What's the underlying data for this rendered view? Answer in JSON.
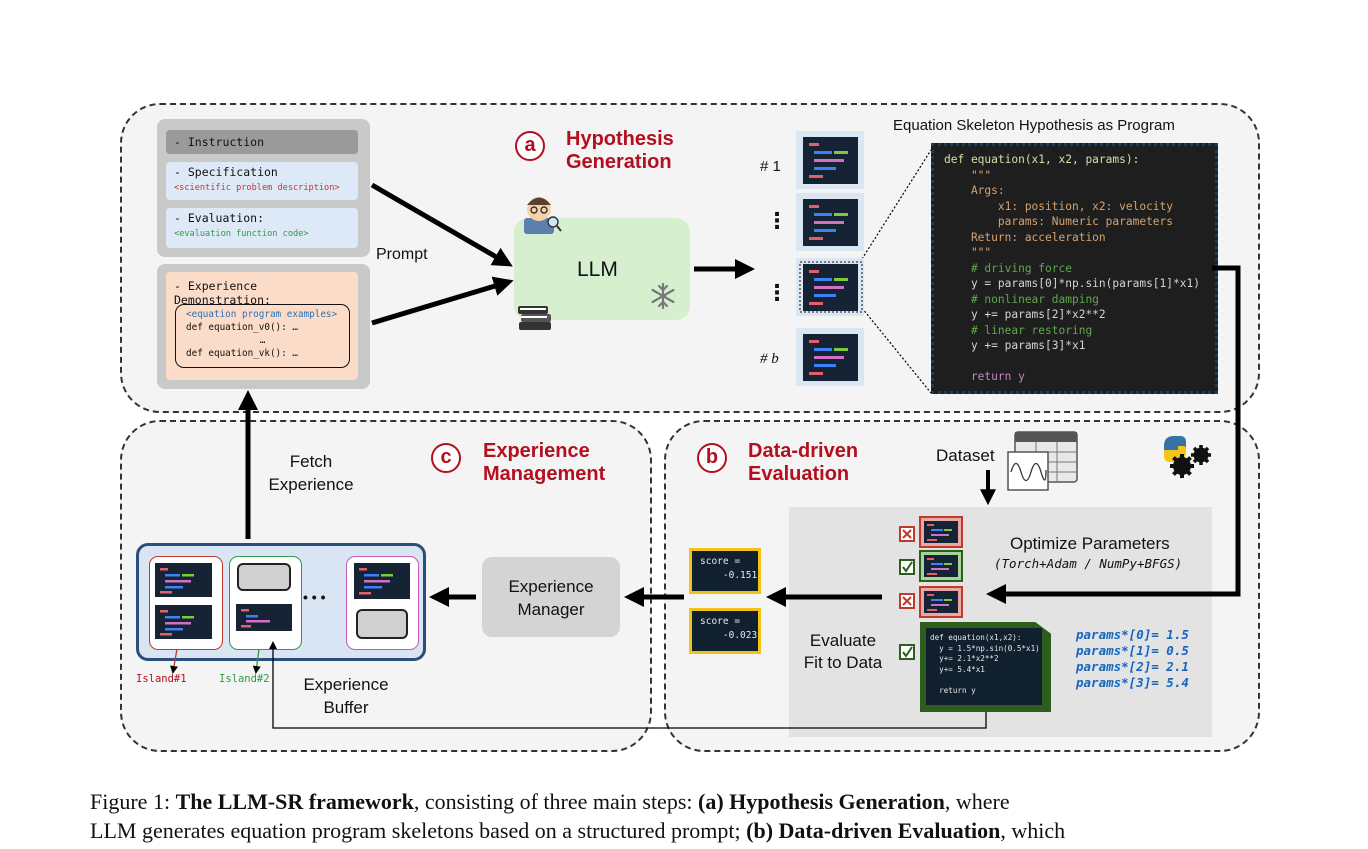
{
  "prompt": {
    "instruction": "- Instruction",
    "specification": "- Specification",
    "specification_placeholder": "<scientific problem description>",
    "evaluation": "- Evaluation:",
    "evaluation_placeholder": "<evaluation function code>",
    "experience_demo": "- Experience Demonstration:",
    "examples_placeholder": "<equation program examples>",
    "example_v0": "def equation_v0(): …",
    "ellipsis": "…",
    "example_vk": "def equation_vk(): …",
    "label": "Prompt"
  },
  "stage_a": {
    "letter": "a",
    "title_line1": "Hypothesis",
    "title_line2": "Generation",
    "llm_label": "LLM"
  },
  "hypotheses": {
    "first": "# 1",
    "last": "# b",
    "dots": "⋮"
  },
  "skeleton": {
    "title": "Equation Skeleton Hypothesis as Program",
    "code": [
      "def equation(x1, x2, params):",
      "    \"\"\"",
      "    Args:",
      "        x1: position, x2: velocity",
      "        params: Numeric parameters",
      "    Return: acceleration",
      "    \"\"\"",
      "    # driving force",
      "    y = params[0]*np.sin(params[1]*x1)",
      "    # nonlinear damping",
      "    y += params[2]*x2**2",
      "    # linear restoring",
      "    y += params[3]*x1",
      "",
      "    return y"
    ]
  },
  "stage_b": {
    "letter": "b",
    "title_line1": "Data-driven",
    "title_line2": "Evaluation",
    "dataset": "Dataset",
    "optimize": "Optimize Parameters",
    "optimize_methods": "(Torch+Adam / NumPy+BFGS)",
    "evaluate_line1": "Evaluate",
    "evaluate_line2": "Fit to Data",
    "fitted_code": [
      "def equation(x1,x2):",
      "  y = 1.5*np.sin(0.5*x1)",
      "  y+= 2.1*x2**2",
      "  y+= 5.4*x1",
      "",
      "  return y"
    ],
    "params": [
      "params*[0]= 1.5",
      "params*[1]= 0.5",
      "params*[2]= 2.1",
      "params*[3]= 5.4"
    ],
    "scores": [
      "score =\n    -0.151",
      "score =\n    -0.023"
    ]
  },
  "stage_c": {
    "letter": "c",
    "title_line1": "Experience",
    "title_line2": "Management",
    "fetch_line1": "Fetch",
    "fetch_line2": "Experience",
    "manager_line1": "Experience",
    "manager_line2": "Manager",
    "buffer_line1": "Experience",
    "buffer_line2": "Buffer",
    "island1": "Island#1",
    "island2": "Island#2",
    "dots": "• • •"
  },
  "caption": {
    "line1_prefix": "Figure 1: ",
    "line1_bold1": "The LLM-SR framework",
    "line1_mid": ", consisting of three main steps: ",
    "line1_bold2": "(a) Hypothesis Generation",
    "line1_suffix": ", where",
    "line2_prefix": "LLM generates equation program skeletons based on a structured prompt; ",
    "line2_bold": "(b) Data-driven Evaluation",
    "line2_suffix": ", which"
  },
  "colors": {
    "accent_red": "#b30f1e",
    "llm_green": "#d6f0cf",
    "island1": "#c0392b",
    "island2": "#2e9a48",
    "island3": "#c45ab3",
    "fit_green": "#2e5e1e",
    "score_border": "#f2c21b"
  }
}
